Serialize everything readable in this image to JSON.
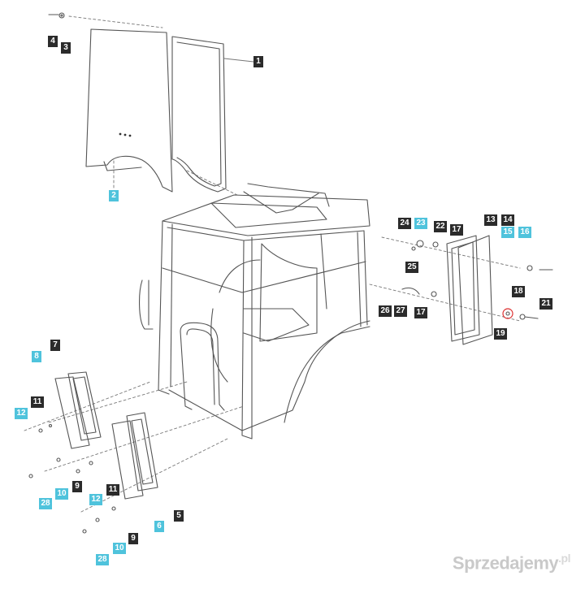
{
  "diagram": {
    "callouts": [
      {
        "id": "c4",
        "label": "4",
        "style": "dark"
      },
      {
        "id": "c3",
        "label": "3",
        "style": "dark"
      },
      {
        "id": "c1",
        "label": "1",
        "style": "dark"
      },
      {
        "id": "c2",
        "label": "2",
        "style": "blue"
      },
      {
        "id": "c24",
        "label": "24",
        "style": "dark"
      },
      {
        "id": "c23",
        "label": "23",
        "style": "blue"
      },
      {
        "id": "c22",
        "label": "22",
        "style": "dark"
      },
      {
        "id": "c17a",
        "label": "17",
        "style": "dark"
      },
      {
        "id": "c13",
        "label": "13",
        "style": "dark"
      },
      {
        "id": "c14",
        "label": "14",
        "style": "dark"
      },
      {
        "id": "c15",
        "label": "15",
        "style": "blue"
      },
      {
        "id": "c16",
        "label": "16",
        "style": "blue"
      },
      {
        "id": "c25",
        "label": "25",
        "style": "dark"
      },
      {
        "id": "c18",
        "label": "18",
        "style": "dark"
      },
      {
        "id": "c21",
        "label": "21",
        "style": "dark"
      },
      {
        "id": "c26",
        "label": "26",
        "style": "dark"
      },
      {
        "id": "c27",
        "label": "27",
        "style": "dark"
      },
      {
        "id": "c17b",
        "label": "17",
        "style": "dark"
      },
      {
        "id": "c19",
        "label": "19",
        "style": "dark"
      },
      {
        "id": "c7",
        "label": "7",
        "style": "dark"
      },
      {
        "id": "c8",
        "label": "8",
        "style": "blue"
      },
      {
        "id": "c11a",
        "label": "11",
        "style": "dark"
      },
      {
        "id": "c12a",
        "label": "12",
        "style": "blue"
      },
      {
        "id": "c9a",
        "label": "9",
        "style": "dark"
      },
      {
        "id": "c10a",
        "label": "10",
        "style": "blue"
      },
      {
        "id": "c28a",
        "label": "28",
        "style": "blue"
      },
      {
        "id": "c12b",
        "label": "12",
        "style": "blue"
      },
      {
        "id": "c11b",
        "label": "11",
        "style": "dark"
      },
      {
        "id": "c6",
        "label": "6",
        "style": "blue"
      },
      {
        "id": "c5",
        "label": "5",
        "style": "dark"
      },
      {
        "id": "c9b",
        "label": "9",
        "style": "dark"
      },
      {
        "id": "c10b",
        "label": "10",
        "style": "blue"
      },
      {
        "id": "c28b",
        "label": "28",
        "style": "blue"
      }
    ]
  },
  "colors": {
    "dark": "#2b2b2b",
    "blue": "#4fc3dc",
    "line": "#555555"
  },
  "watermark": {
    "text": "Sprzedajemy",
    "suffix": ".pl"
  }
}
